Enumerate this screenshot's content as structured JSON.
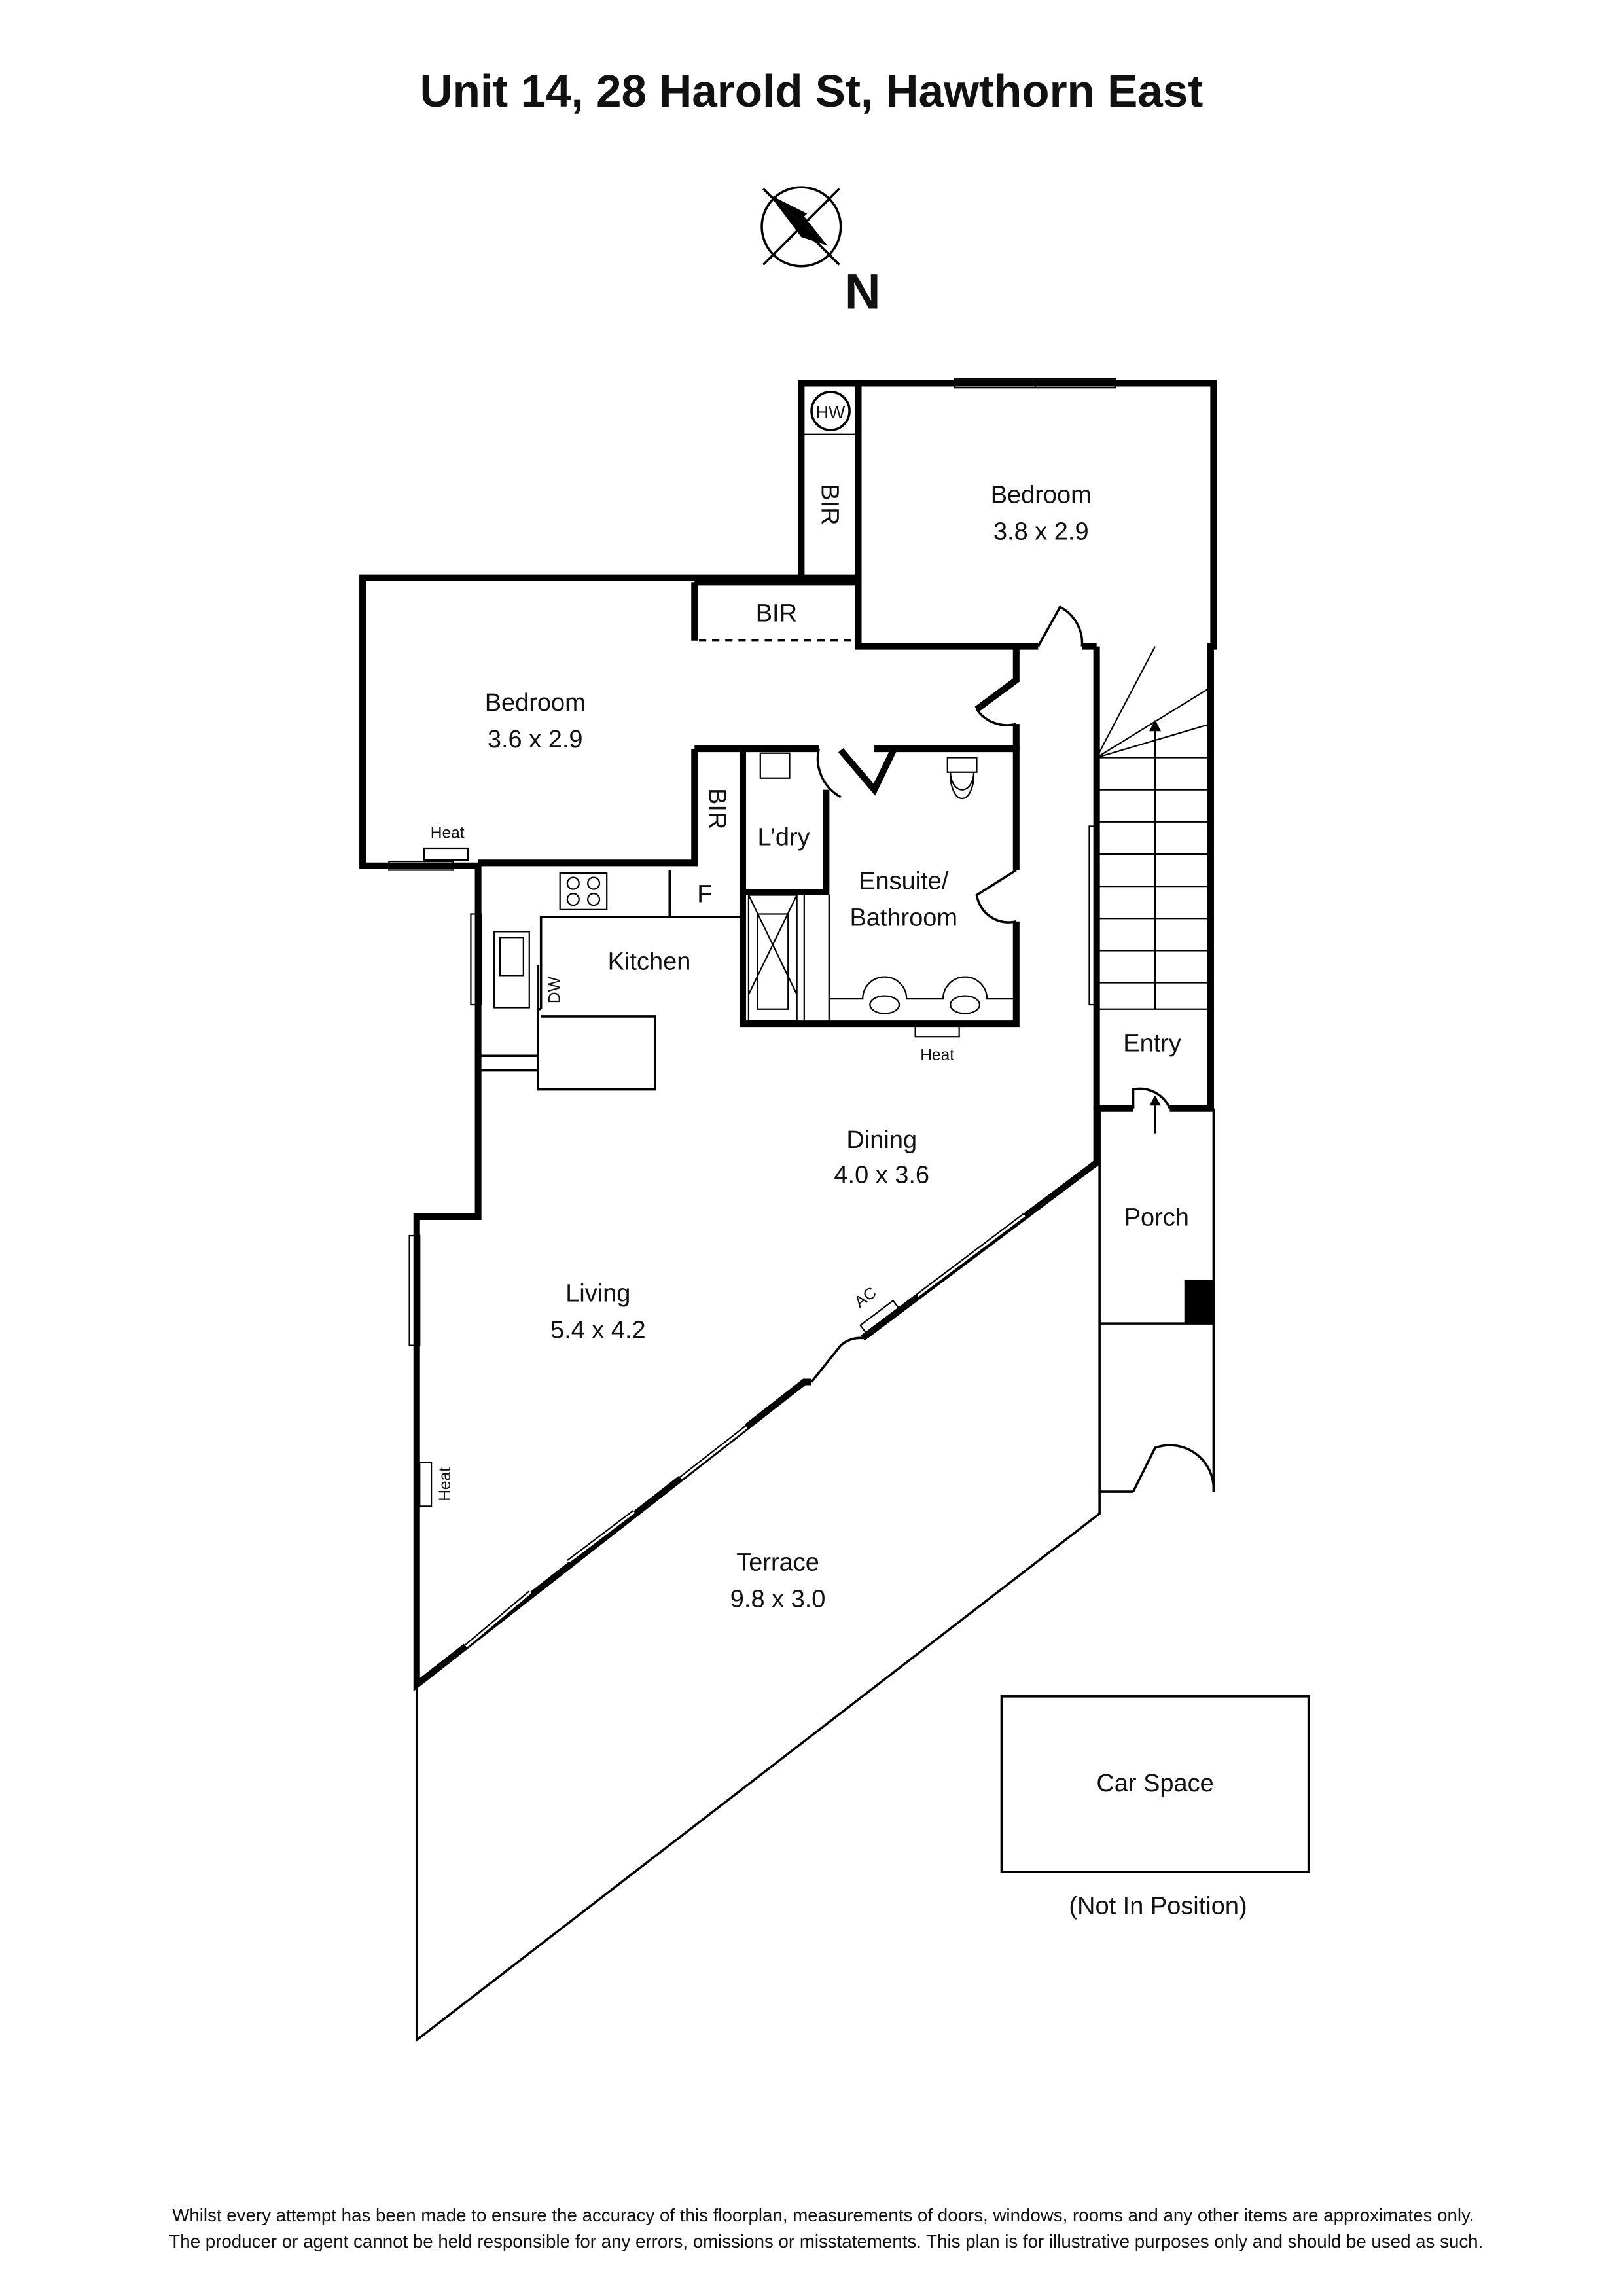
{
  "title": "Unit 14, 28 Harold St, Hawthorn East",
  "compass": {
    "label": "N"
  },
  "rooms": {
    "bedroom1": {
      "name": "Bedroom",
      "size": "3.8 x 2.9"
    },
    "bedroom2": {
      "name": "Bedroom",
      "size": "3.6 x 2.9"
    },
    "bir_vertical_top": "BIR",
    "bir_horizontal": "BIR",
    "bir_vertical_mid": "BIR",
    "hw": "HW",
    "laundry": "L’dry",
    "ensuite": {
      "line1": "Ensuite/",
      "line2": "Bathroom"
    },
    "kitchen": "Kitchen",
    "fridge": "F",
    "dw": "DW",
    "entry": "Entry",
    "dining": {
      "name": "Dining",
      "size": "4.0 x 3.6"
    },
    "porch": "Porch",
    "living": {
      "name": "Living",
      "size": "5.4 x 4.2"
    },
    "terrace": {
      "name": "Terrace",
      "size": "9.8 x 3.0"
    },
    "car_space": "Car Space",
    "car_note": "(Not In Position)"
  },
  "fixtures": {
    "heat": "Heat",
    "ac": "AC"
  },
  "disclaimer": {
    "line1": "Whilst every attempt has been made to ensure the accuracy of this floorplan, measurements of doors, windows, rooms and any other items are approximates only.",
    "line2": "The producer or agent cannot be held responsible for any errors, omissions or misstatements. This plan is for illustrative purposes only and should be used as such."
  }
}
